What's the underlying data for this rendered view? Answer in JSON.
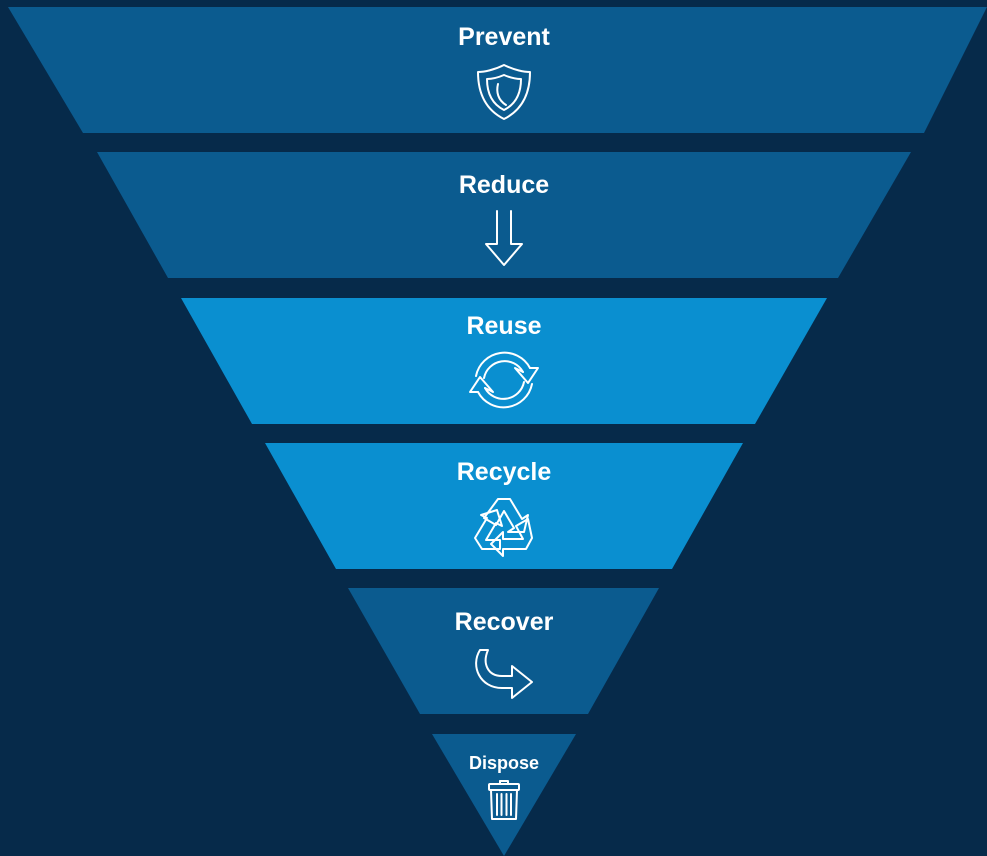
{
  "diagram": {
    "type": "inverted-pyramid",
    "background": "#062a4a",
    "tiers": [
      {
        "label": "Prevent",
        "icon": "shield-icon",
        "color": "#0b5b8f"
      },
      {
        "label": "Reduce",
        "icon": "down-arrow-icon",
        "color": "#0b5b8f"
      },
      {
        "label": "Reuse",
        "icon": "refresh-icon",
        "color": "#0a8fd0"
      },
      {
        "label": "Recycle",
        "icon": "recycle-icon",
        "color": "#0a8fd0"
      },
      {
        "label": "Recover",
        "icon": "curved-arrow-icon",
        "color": "#0b5b8f"
      },
      {
        "label": "Dispose",
        "icon": "trash-icon",
        "color": "#0b5b8f"
      }
    ]
  }
}
